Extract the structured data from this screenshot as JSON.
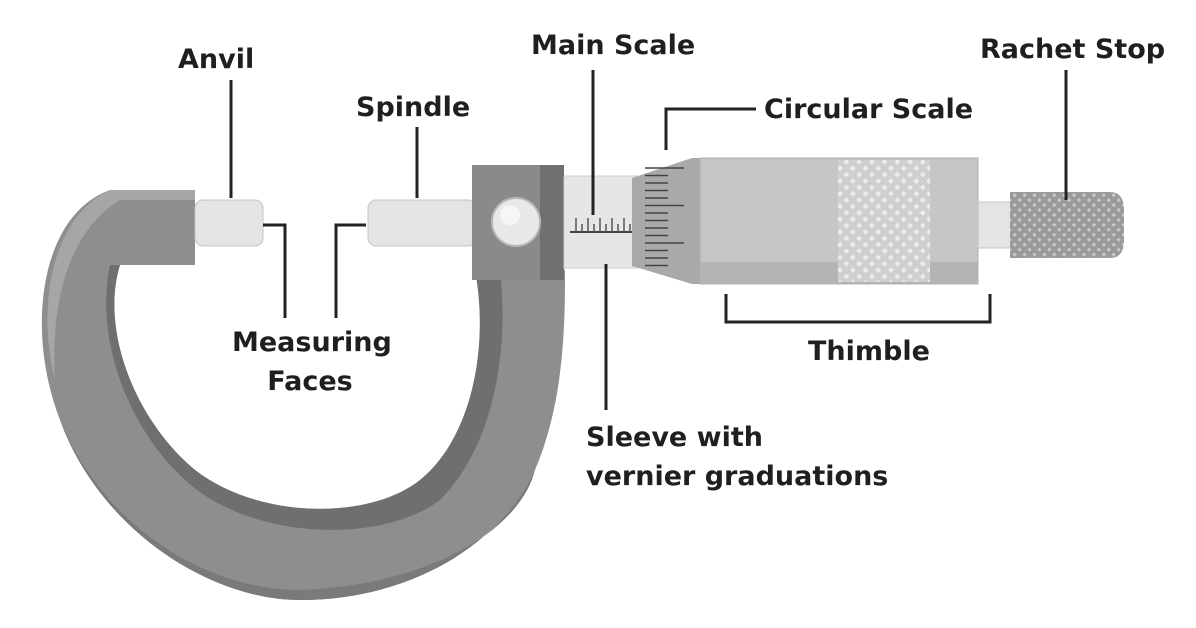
{
  "labels": {
    "anvil": "Anvil",
    "main_scale": "Main Scale",
    "spindle": "Spindle",
    "circular_scale": "Circular Scale",
    "rachet_stop": "Rachet Stop",
    "measuring_faces": [
      "Measuring",
      "Faces"
    ],
    "thimble": "Thimble",
    "sleeve": [
      "Sleeve with",
      "vernier graduations"
    ]
  },
  "colors": {
    "frame": "#8e8e8e",
    "frame_dark": "#6f6f6f",
    "frame_light": "#b3b3b3",
    "metal_light": "#e4e4e4",
    "thimble": "#c8c8c8",
    "leader_line": "#222222",
    "text": "#1f1f1f"
  }
}
